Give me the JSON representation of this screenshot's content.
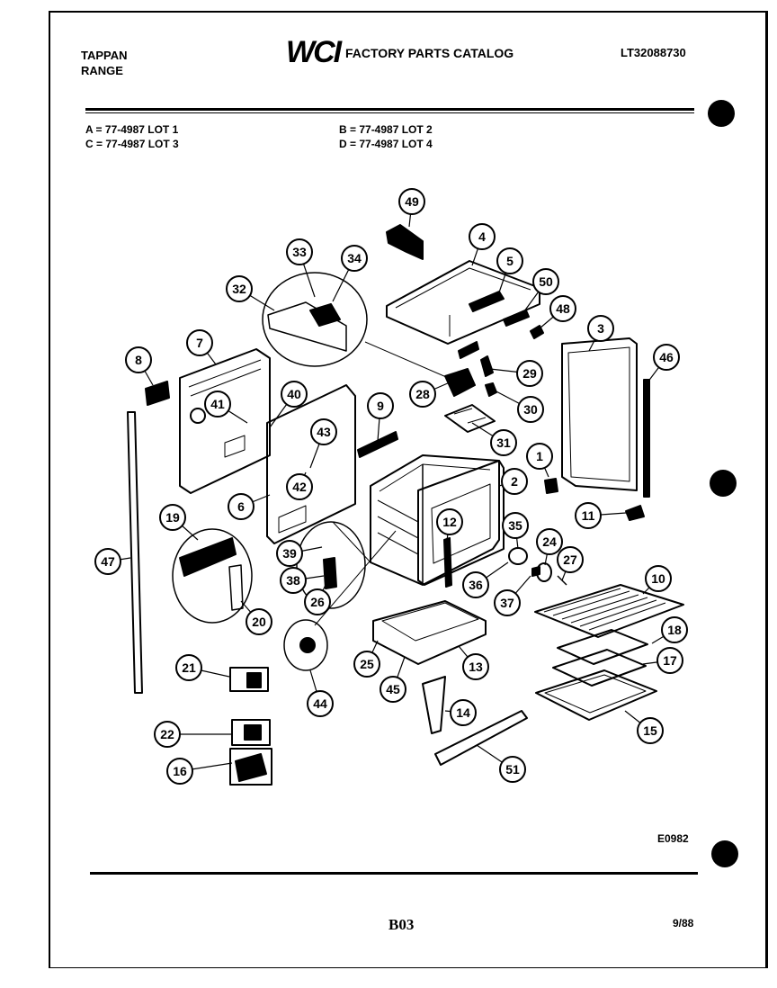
{
  "header": {
    "brand": "TAPPAN",
    "product": "RANGE",
    "logo": "WCI",
    "catalog_title": "FACTORY PARTS CATALOG",
    "model": "LT32088730"
  },
  "lots": {
    "a": "A = 77-4987 LOT 1",
    "b": "B = 77-4987 LOT 2",
    "c": "C = 77-4987 LOT 3",
    "d": "D = 77-4987 LOT 4"
  },
  "callouts": [
    "49",
    "4",
    "5",
    "33",
    "34",
    "32",
    "50",
    "48",
    "3",
    "8",
    "7",
    "46",
    "41",
    "40",
    "29",
    "28",
    "9",
    "30",
    "43",
    "31",
    "1",
    "6",
    "42",
    "2",
    "11",
    "19",
    "12",
    "35",
    "24",
    "39",
    "47",
    "38",
    "36",
    "27",
    "10",
    "26",
    "37",
    "20",
    "18",
    "44",
    "25",
    "13",
    "21",
    "17",
    "45",
    "14",
    "15",
    "22",
    "51",
    "16"
  ],
  "footer": {
    "diagram_code": "E0982",
    "page": "B03",
    "date": "9/88"
  }
}
